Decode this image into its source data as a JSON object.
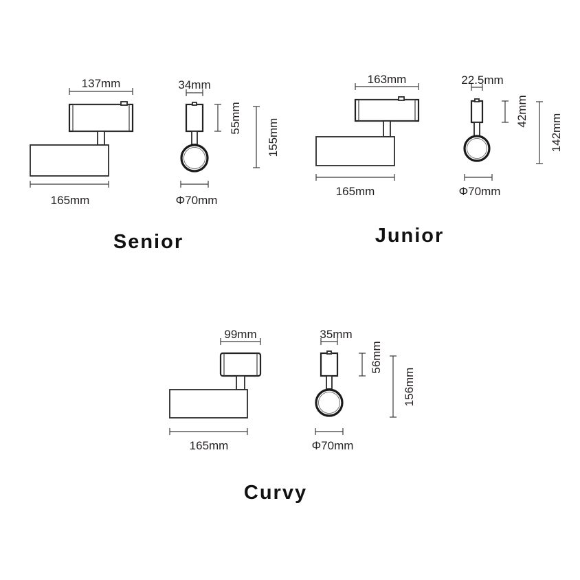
{
  "products": [
    {
      "id": "senior",
      "name": "Senior",
      "dims": {
        "driver_width": "137mm",
        "head_length": "165mm",
        "driver_side_width": "34mm",
        "driver_height": "55mm",
        "total_height": "155mm",
        "head_diameter": "Φ70mm"
      }
    },
    {
      "id": "junior",
      "name": "Junior",
      "dims": {
        "driver_width": "163mm",
        "head_length": "165mm",
        "driver_side_width": "22.5mm",
        "driver_height": "42mm",
        "total_height": "142mm",
        "head_diameter": "Φ70mm"
      }
    },
    {
      "id": "curvy",
      "name": "Curvy",
      "dims": {
        "driver_width": "99mm",
        "head_length": "165mm",
        "driver_side_width": "35mm",
        "driver_height": "56mm",
        "total_height": "156mm",
        "head_diameter": "Φ70mm"
      }
    }
  ]
}
